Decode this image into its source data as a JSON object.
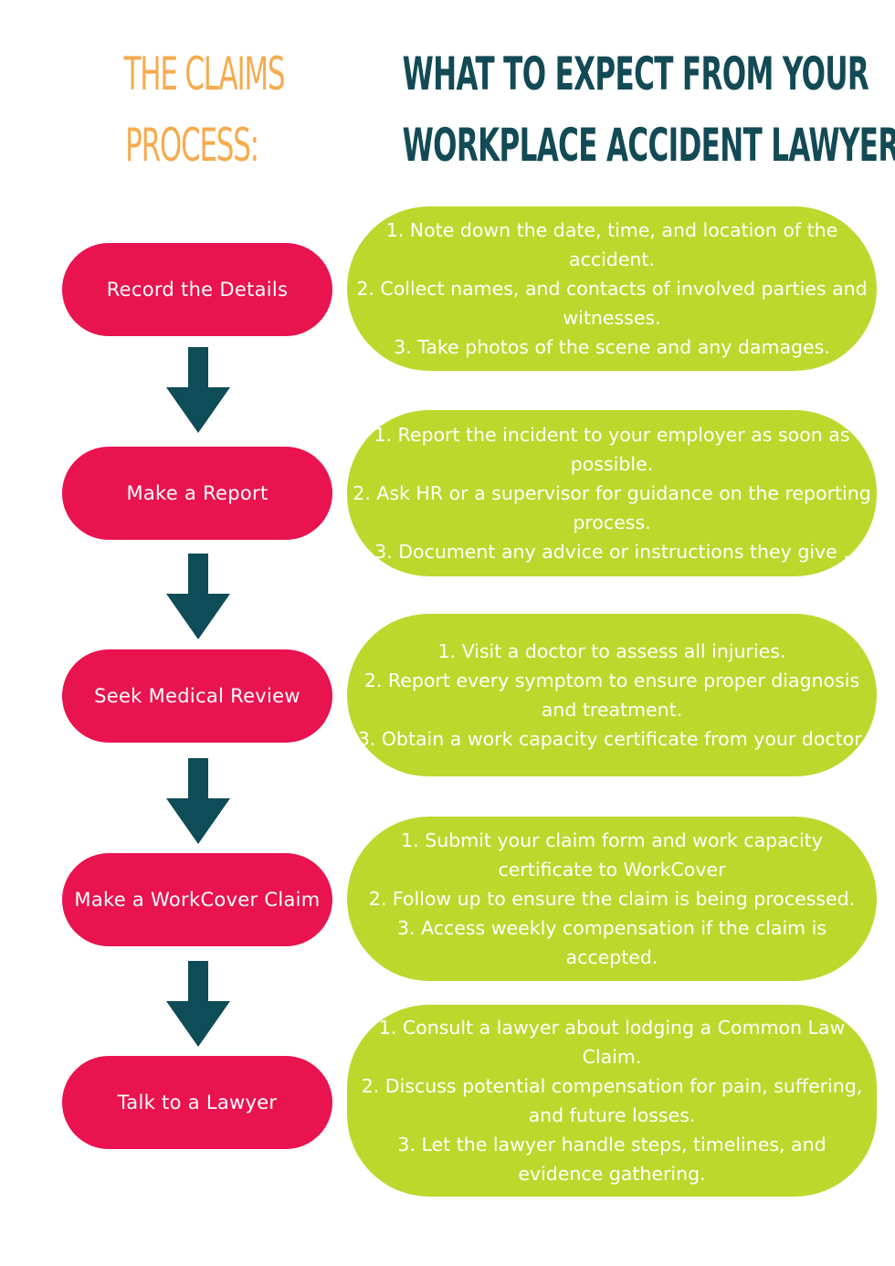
{
  "header": {
    "left_lines": [
      "THE CLAIMS",
      "PROCESS:"
    ],
    "right_lines": [
      "WHAT TO EXPECT FROM YOUR",
      "WORKPLACE ACCIDENT LAWYERS"
    ]
  },
  "colors": {
    "left_title": "#f5ab4f",
    "right_title": "#124a55",
    "step_pill": "#e8134f",
    "detail_bubble": "#bcd82d",
    "arrow": "#0e4c57"
  },
  "steps": [
    {
      "label": "Record the Details",
      "details": [
        "1. Note down the date, time, and location of the accident.",
        "2. Collect names, and contacts of involved parties and witnesses.",
        "3. Take photos of the scene and any damages."
      ]
    },
    {
      "label": "Make a Report",
      "details": [
        "1. Report the incident to your employer as soon as possible.",
        "2. Ask HR or a supervisor for guidance on the reporting process.",
        "3. Document any advice or instructions they give ."
      ]
    },
    {
      "label": "Seek Medical Review",
      "details": [
        "1. Visit a doctor to assess all injuries.",
        "2. Report every symptom to ensure proper diagnosis and treatment.",
        "3. Obtain a work capacity certificate from your doctor."
      ]
    },
    {
      "label": "Make a WorkCover Claim",
      "details": [
        "1. Submit your claim form and work capacity certificate to WorkCover",
        "2. Follow up to ensure the claim is being processed.",
        "3. Access weekly compensation if the claim is accepted."
      ]
    },
    {
      "label": "Talk to a Lawyer",
      "details": [
        "1. Consult a lawyer about lodging a Common Law Claim.",
        "2. Discuss potential compensation for pain, suffering, and future losses.",
        "3. Let the lawyer handle steps, timelines, and evidence gathering."
      ]
    }
  ]
}
